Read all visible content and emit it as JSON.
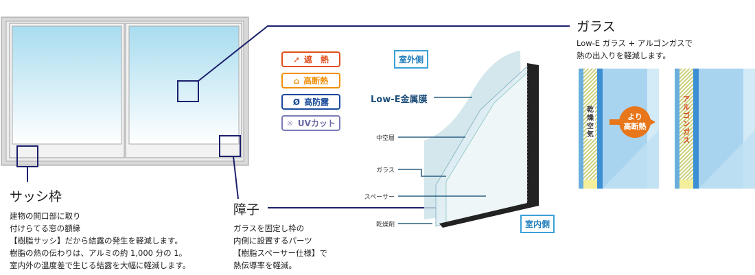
{
  "sash": {
    "title": "サッシ枠",
    "lines": [
      "建物の開口部に取り",
      "付けらてる窓の額縁",
      "【樹脂サッシ】だから結露の発生を軽減します。",
      "樹脂の熱の伝わりは、アルミの約 1,000 分の 1。",
      "室内外の温度差で生じる結露を大幅に軽減します。"
    ]
  },
  "shoji": {
    "title": "障子",
    "lines": [
      "ガラスを固定し枠の",
      "内側に設置するパーツ",
      "【樹脂スペーサー仕様】で",
      "熱伝導率を軽減。"
    ]
  },
  "glass": {
    "title": "ガラス",
    "lines": [
      "Low-E ガラス + アルゴンガスで",
      "熱の出入りを軽減します。"
    ]
  },
  "badges": [
    {
      "label": "遮　熱",
      "color": "#e0501e"
    },
    {
      "label": "高断熱",
      "color": "#f0900a"
    },
    {
      "label": "高防露",
      "color": "#1a4a9a"
    },
    {
      "label": "UVカット",
      "color": "#7a7ab8"
    }
  ],
  "outdoor": "室外側",
  "indoor": "室内側",
  "parts": {
    "lowe": "Low-E金属膜",
    "hollow": "中空層",
    "glass": "ガラス",
    "spacer": "スペーサー",
    "desiccant": "乾燥剤"
  },
  "compare": {
    "dry_air": "乾燥空気",
    "argon": "アルゴンガス",
    "arrow": [
      "より",
      "高断熱"
    ]
  }
}
